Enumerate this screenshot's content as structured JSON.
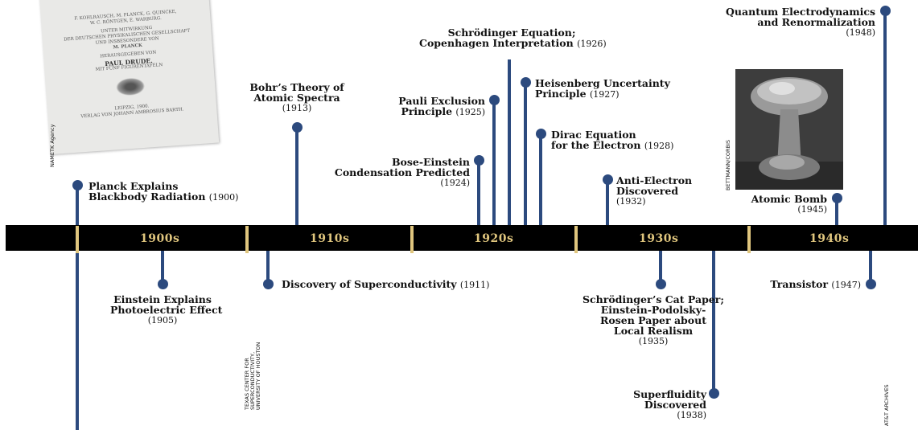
{
  "decades": [
    "1900s",
    "1910s",
    "1920s",
    "1930s",
    "1940s"
  ],
  "events": {
    "planck": {
      "title": [
        "Planck Explains",
        "Blackbody Radiation"
      ],
      "year": "(1900)"
    },
    "einstein": {
      "title": [
        "Einstein Explains",
        "Photoelectric Effect"
      ],
      "year": "(1905)"
    },
    "bohr": {
      "title": [
        "Bohr’s Theory of",
        "Atomic Spectra"
      ],
      "year": "(1913)"
    },
    "superconductivity": {
      "title": [
        "Discovery of Superconductivity"
      ],
      "year": "(1911)"
    },
    "bose": {
      "title": [
        "Bose-Einstein",
        "Condensation Predicted"
      ],
      "year": "(1924)"
    },
    "pauli": {
      "title": [
        "Pauli Exclusion",
        "Principle"
      ],
      "year": "(1925)"
    },
    "schrodinger": {
      "title": [
        "Schrödinger Equation;",
        "Copenhagen Interpretation"
      ],
      "year": "(1926)"
    },
    "heisenberg": {
      "title": [
        "Heisenberg Uncertainty",
        "Principle"
      ],
      "year": "(1927)"
    },
    "dirac": {
      "title": [
        "Dirac Equation",
        "for the Electron"
      ],
      "year": "(1928)"
    },
    "antielectron": {
      "title": [
        "Anti-Electron",
        "Discovered"
      ],
      "year": "(1932)"
    },
    "catpaper": {
      "title": [
        "Schrödinger’s Cat Paper;",
        "Einstein-Podolsky-",
        "Rosen Paper about",
        "Local Realism"
      ],
      "year": "(1935)"
    },
    "superfluidity": {
      "title": [
        "Superfluidity",
        "Discovered"
      ],
      "year": "(1938)"
    },
    "bomb": {
      "title": [
        "Atomic Bomb"
      ],
      "year": "(1945)"
    },
    "transistor": {
      "title": [
        "Transistor"
      ],
      "year": "(1947)"
    },
    "qed": {
      "title": [
        "Quantum Electrodynamics",
        "and Renormalization"
      ],
      "year": "(1948)"
    }
  },
  "credits": {
    "nametk": "NAMETK Agency",
    "texas": [
      "TEXAS CENTER FOR",
      "SUPERCONDUCTIVITY,",
      "UNIVERSITY OF HOUSTON"
    ],
    "bettmann": "BETTMANN/CORBIS",
    "att": "AT&T ARCHIVES"
  },
  "book": {
    "lines": [
      "F. KOHLRAUSCH, M. PLANCK, G. QUINCKE,",
      "W. C. RÖNTGEN, E. WARBURG.",
      "UNTER MITWIRKUNG",
      "DER DEUTSCHEN PHYSIKALISCHEN GESELLSCHAFT",
      "UND INSBESONDERE VON",
      "M. PLANCK",
      "HERAUSGEGEBEN VON",
      "PAUL DRUDE.",
      "MIT FÜNF FIGURENTAFELN",
      "LEIPZIG, 1900.",
      "VERLAG VON JOHANN AMBROSIUS BARTH."
    ]
  }
}
